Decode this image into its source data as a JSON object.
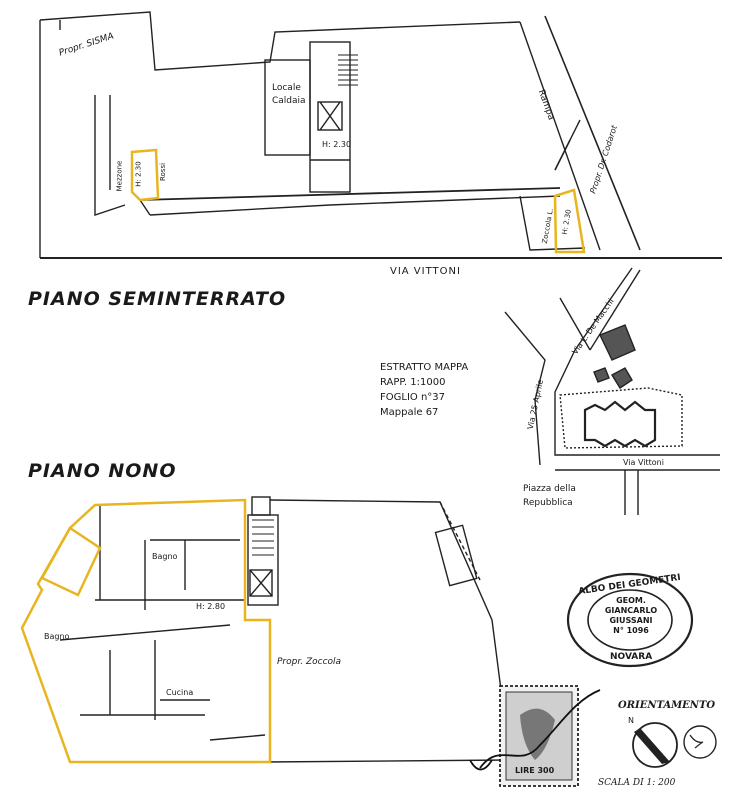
{
  "sections": {
    "basement_title": "PIANO SEMINTERRATO",
    "ninth_floor_title": "PIANO NONO"
  },
  "basement": {
    "neighbor_top": "Propr. SISMA",
    "boiler_room": "Locale Caldaia",
    "stair_height": "H: 2.30",
    "left_cellar_owner": "Mezzone",
    "left_cellar_height": "H: 2.30",
    "left_cellar_owner_2": "Rossi",
    "right_cellar_owner": "Zoccola L.",
    "right_cellar_height": "H: 2.30",
    "ramp": "Rampa",
    "neighbor_right": "Propr. Dr. Codarot",
    "street": "VIA VITTONI"
  },
  "map_extract": {
    "lines": [
      "ESTRATTO MAPPA",
      "RAPP. 1:1000",
      "FOGLIO n°37",
      "Mappale 67"
    ],
    "street_demacchi": "Via L. De Macchi",
    "street_aprile": "Via 25 Aprile",
    "street_vittoni": "Via Vittoni",
    "square": [
      "Piazza della",
      "Repubblica"
    ]
  },
  "ninth_floor": {
    "bathroom_1": "Bagno",
    "bathroom_2": "Bagno",
    "kitchen": "Cucina",
    "height": "H: 2.80",
    "neighbor": "Propr. Zoccola"
  },
  "stamp": {
    "outer": "ALBO DEI GEOMETRI",
    "line1": "GEOM.",
    "line2": "GIANCARLO",
    "line3": "GIUSSANI",
    "line4": "N° 1096",
    "bottom": "NOVARA"
  },
  "revenue_stamp": {
    "label": "LIRE 300"
  },
  "orientation": {
    "label": "ORIENTAMENTO",
    "north": "N",
    "scale": "SCALA DI 1: 200"
  },
  "colors": {
    "highlight": "#e8b520",
    "ink": "#1a1a1a"
  }
}
